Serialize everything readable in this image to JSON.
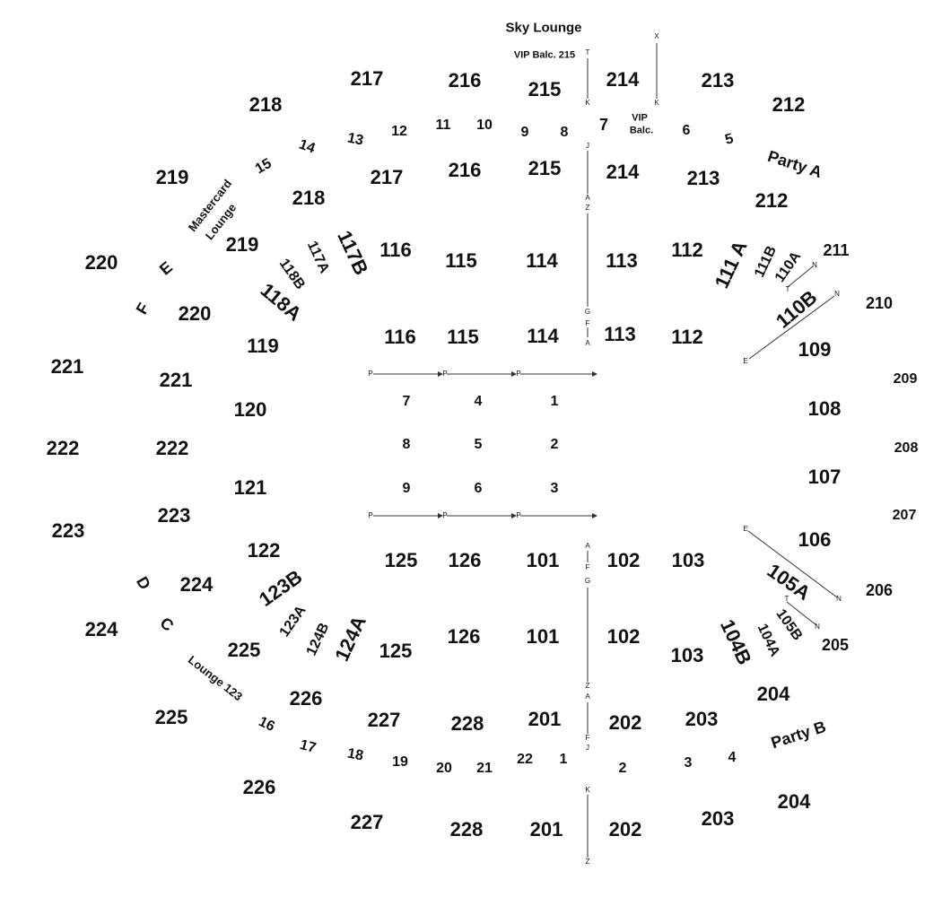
{
  "title": "Sky Lounge",
  "notes": {
    "vip_balc_215": "VIP Balc. 215",
    "vip_balc_a": "VIP",
    "vip_balc_b": "Balc.",
    "mastercard_a": "Mastercard",
    "mastercard_b": "Lounge",
    "lounge_123": "Lounge 123",
    "party_a": "Party A",
    "party_b": "Party B"
  },
  "upper_outer": {
    "s217": "217",
    "s216": "216",
    "s215": "215",
    "s214": "214",
    "s213": "213",
    "s212": "212",
    "s218": "218",
    "s219": "219",
    "s220": "220",
    "s221": "221",
    "s222": "222",
    "s223": "223",
    "s224": "224",
    "s225": "225",
    "s226": "226",
    "s227": "227",
    "s228": "228",
    "s201": "201",
    "s202": "202",
    "s203": "203",
    "s204": "204",
    "s205": "205",
    "s206": "206",
    "s207": "207",
    "s208": "208",
    "s209": "209",
    "s210": "210",
    "s211": "211"
  },
  "upper_inner": {
    "s217": "217",
    "s216": "216",
    "s215": "215",
    "s214": "214",
    "s213": "213",
    "s212": "212",
    "s218": "218",
    "s219": "219",
    "s220": "220",
    "s221": "221",
    "s222": "222",
    "s223": "223",
    "s224": "224",
    "s225": "225",
    "s226": "226",
    "s227": "227",
    "s228": "228",
    "s201": "201",
    "s202": "202",
    "s203": "203",
    "s204": "204"
  },
  "suites": {
    "n1": "1",
    "n2": "2",
    "n3": "3",
    "n4": "4",
    "n5": "5",
    "n6": "6",
    "n7": "7",
    "n8": "8",
    "n9": "9",
    "n10": "10",
    "n11": "11",
    "n12": "12",
    "n13": "13",
    "n14": "14",
    "n15": "15",
    "n16": "16",
    "n17": "17",
    "n18": "18",
    "n19": "19",
    "n20": "20",
    "n21": "21",
    "n22": "22",
    "C": "C",
    "D": "D",
    "E": "E",
    "F": "F"
  },
  "lower": {
    "s116a": "116",
    "s115a": "115",
    "s114a": "114",
    "s113a": "113",
    "s112a": "112",
    "s111A": "111 A",
    "s111B": "111B",
    "s110A": "110A",
    "s110B": "110B",
    "s117A": "117A",
    "s117B": "117B",
    "s118A": "118A",
    "s118B": "118B",
    "s116b": "116",
    "s115b": "115",
    "s114b": "114",
    "s113b": "113",
    "s112b": "112",
    "s119": "119",
    "s120": "120",
    "s121": "121",
    "s122": "122",
    "s109": "109",
    "s108": "108",
    "s107": "107",
    "s106": "106",
    "s105A": "105A",
    "s105B": "105B",
    "s104A": "104A",
    "s104B": "104B",
    "s123A": "123A",
    "s123B": "123B",
    "s124A": "124A",
    "s124B": "124B",
    "s125a": "125",
    "s126a": "126",
    "s101a": "101",
    "s102a": "102",
    "s103a": "103",
    "s125b": "125",
    "s126b": "126",
    "s101b": "101",
    "s102b": "102",
    "s103b": "103"
  },
  "floor": {
    "f1": "1",
    "f2": "2",
    "f3": "3",
    "f4": "4",
    "f5": "5",
    "f6": "6",
    "f7": "7",
    "f8": "8",
    "f9": "9"
  },
  "rows": {
    "T": "T",
    "K": "K",
    "X": "X",
    "J": "J",
    "A": "A",
    "Z": "Z",
    "G": "G",
    "F": "F",
    "P": "P",
    "N": "N",
    "E": "E"
  }
}
